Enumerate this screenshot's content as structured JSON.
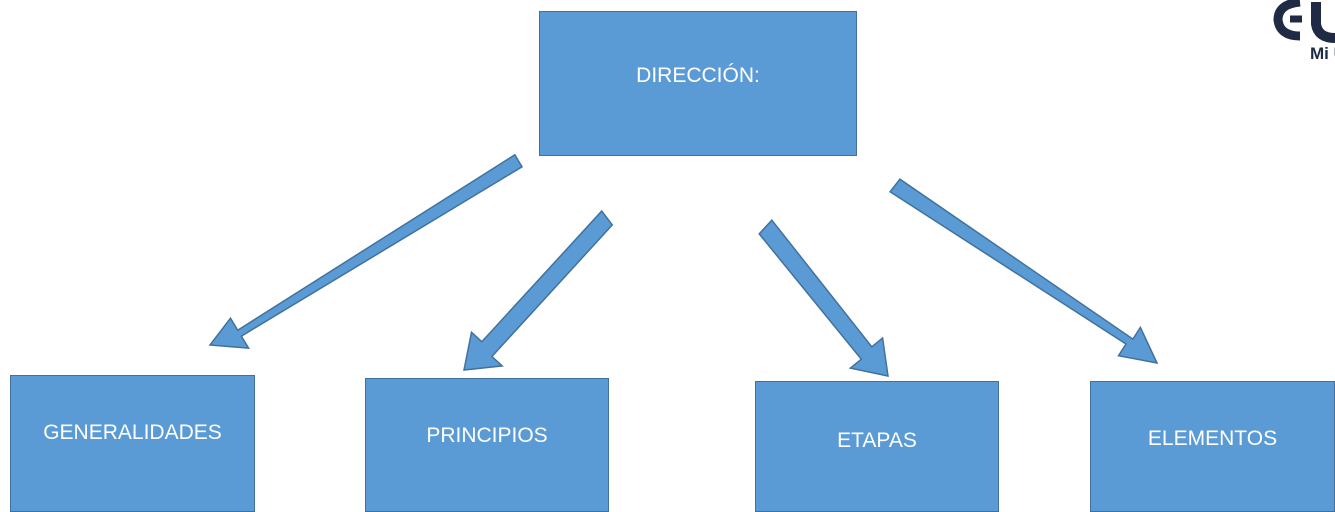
{
  "diagram": {
    "root": {
      "label": "DIRECCIÓN:"
    },
    "children": [
      {
        "label": "GENERALIDADES"
      },
      {
        "label": "PRINCIPIOS"
      },
      {
        "label": "ETAPAS"
      },
      {
        "label": "ELEMENTOS"
      }
    ]
  },
  "logo": {
    "text": "Mi U",
    "color": "#1f2a44"
  },
  "colors": {
    "box_fill": "#5b9bd5",
    "box_border": "#41719c",
    "text": "#ffffff"
  }
}
